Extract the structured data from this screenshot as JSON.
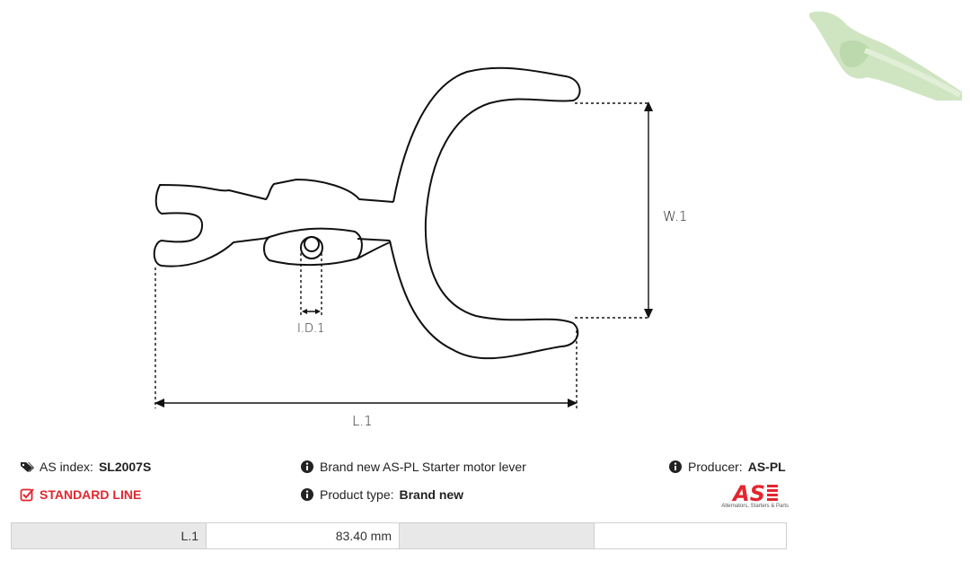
{
  "diagram": {
    "label_w1": "W.1",
    "label_l1": "L.1",
    "label_id1": "I.D.1"
  },
  "info": {
    "index_prefix": "AS index:",
    "index_value": "SL2007S",
    "line_label": "STANDARD LINE",
    "description": "Brand new AS-PL Starter motor lever",
    "product_type_prefix": "Product type:",
    "product_type_value": "Brand new",
    "producer_prefix": "Producer:",
    "producer_value": "AS-PL"
  },
  "logo": {
    "mark": "AS",
    "subtitle": "Alternators, Starters & Parts"
  },
  "specs": [
    {
      "key": "L.1",
      "value": "83.40 mm"
    },
    {
      "key": "",
      "value": ""
    }
  ],
  "colors": {
    "accent": "#e3262f",
    "table_header": "#e8e8e8"
  }
}
